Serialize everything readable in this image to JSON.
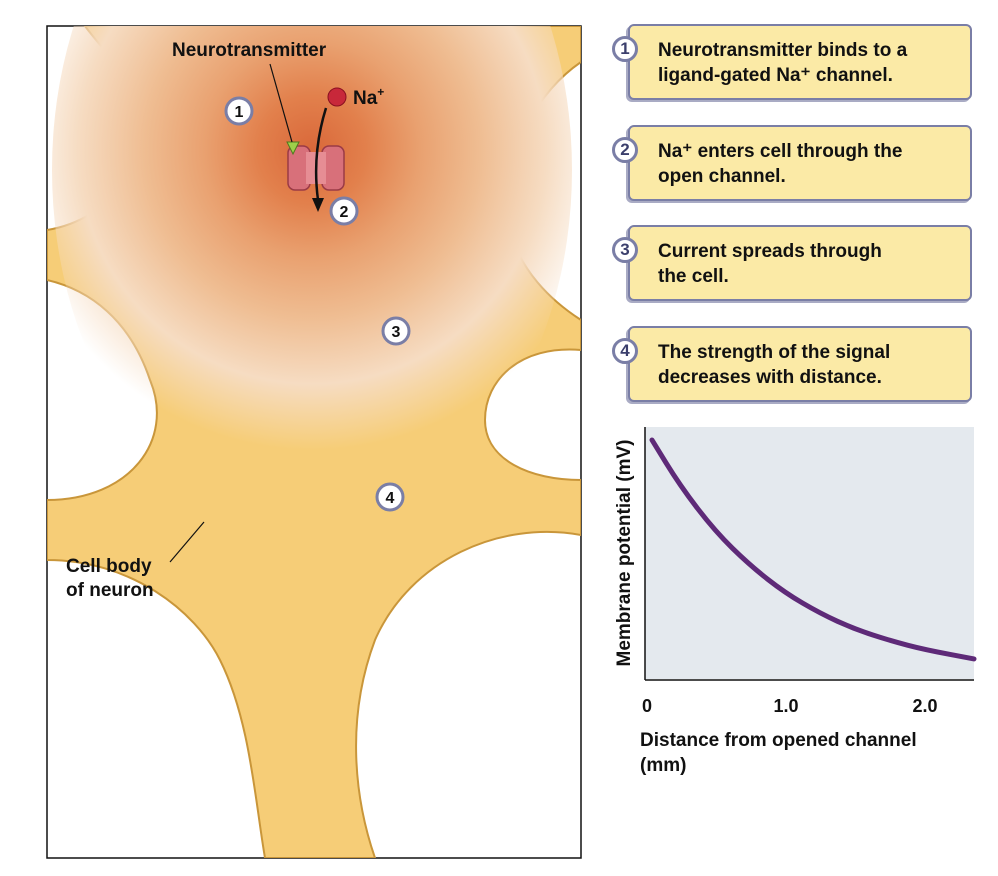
{
  "neuron": {
    "neurotransmitter_label": "Neurotransmitter",
    "ion_label": "Na",
    "ion_charge": "+",
    "cell_body_label_line1": "Cell body",
    "cell_body_label_line2": "of neuron",
    "markers": [
      "1",
      "2",
      "3",
      "4"
    ]
  },
  "steps": [
    {
      "number": "1",
      "line1": "Neurotransmitter binds to a",
      "line2": "ligand-gated Na⁺ channel."
    },
    {
      "number": "2",
      "line1": "Na⁺ enters cell through the",
      "line2": "open channel."
    },
    {
      "number": "3",
      "line1": "Current spreads through",
      "line2": "the cell."
    },
    {
      "number": "4",
      "line1": "The strength of the signal",
      "line2": "decreases with distance."
    }
  ],
  "colors": {
    "cell": "#f6cd77",
    "cell_edge": "#c9963a",
    "signal_core": "#e07a45",
    "signal_outer": "#f9e3cf",
    "box_fill": "#fbeaa6",
    "box_border": "#7a7ea6",
    "curve": "#5e2a78",
    "plot_bg": "#e4e9ee"
  },
  "chart_data": {
    "type": "line",
    "xlabel": "Distance from opened channel (mm)",
    "ylabel": "Membrane potential (mV)",
    "xticks": [
      "0",
      "1.0",
      "2.0"
    ],
    "xlim": [
      0,
      2.35
    ],
    "y_tick_labels": false,
    "series": [
      {
        "x": [
          0.05,
          0.25,
          0.5,
          0.75,
          1.0,
          1.25,
          1.5,
          1.75,
          2.0,
          2.35
        ],
        "y": [
          1.0,
          0.8,
          0.6,
          0.45,
          0.33,
          0.24,
          0.17,
          0.12,
          0.08,
          0.04
        ]
      }
    ]
  }
}
